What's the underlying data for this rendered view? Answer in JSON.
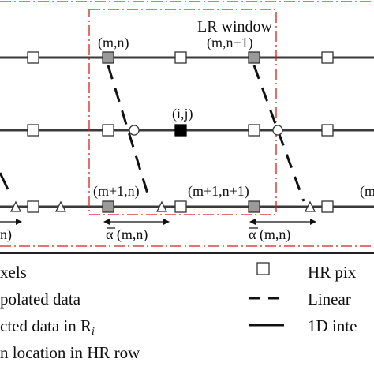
{
  "diagram": {
    "window_title": "LR window",
    "labels": {
      "mn": "(m,n)",
      "mn1": "(m,n+1)",
      "ij": "(i,j)",
      "m1n": "(m+1,n)",
      "m1n1": "(m+1,n+1)",
      "m1_cut": "(m",
      "left_cut": "n)",
      "alpha_1": "α (m,n)",
      "alpha_2": "α (m,n)"
    },
    "legend": {
      "left_items": [
        "xels",
        "polated data",
        "cted data in R",
        "n location in HR row"
      ],
      "left_subscript": "i",
      "right_items": [
        "HR pix",
        "Linear",
        "1D inte"
      ]
    },
    "colors": {
      "line": "#3a3a3a",
      "window_red": "#d42020",
      "gray_pixel": "#9a9a9a",
      "black_pixel": "#000000"
    }
  }
}
